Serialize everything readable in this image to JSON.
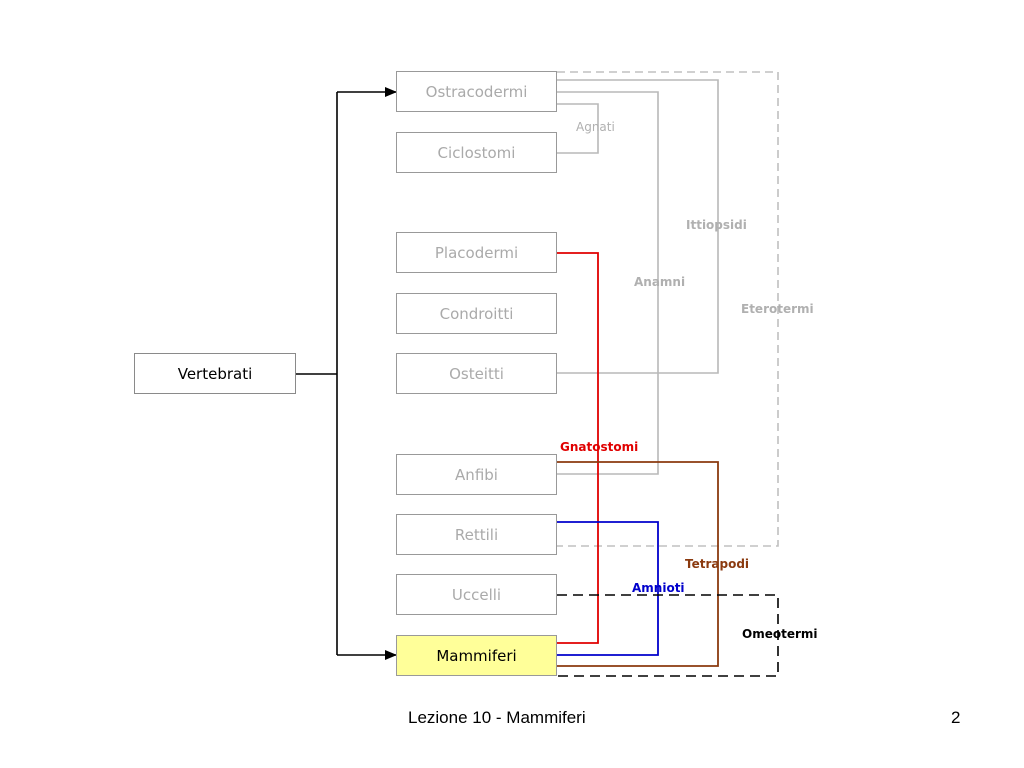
{
  "diagram": {
    "root": "Vertebrati",
    "taxa": [
      "Ostracodermi",
      "Ciclostomi",
      "Placodermi",
      "Condroitti",
      "Osteitti",
      "Anfibi",
      "Rettili",
      "Uccelli",
      "Mammiferi"
    ],
    "groups": {
      "agnati": "Agnati",
      "ittiopsidi": "Ittiopsidi",
      "eterotermi": "Eterotermi",
      "anamni": "Anamni",
      "gnatostomi": "Gnatostomi",
      "tetrapodi": "Tetrapodi",
      "amnioti": "Amnioti",
      "omeotermi": "Omeotermi"
    },
    "colors": {
      "gnatostomi": "#e00000",
      "tetrapodi": "#8b3a0f",
      "amnioti": "#0000cc",
      "grey_groups": "#b0b0b0",
      "omeotermi": "#000000",
      "highlight": "#ffff99"
    }
  },
  "footer": {
    "title": "Lezione 10 - Mammiferi",
    "page_number": "2"
  }
}
